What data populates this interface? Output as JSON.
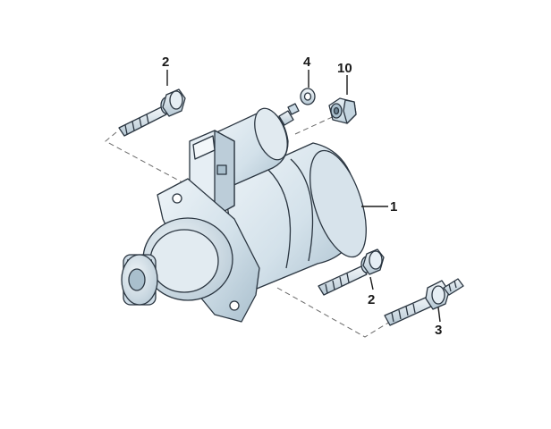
{
  "diagram": {
    "callouts": [
      {
        "id": "starter",
        "label": "1"
      },
      {
        "id": "bolt-upper",
        "label": "2"
      },
      {
        "id": "bolt-lower",
        "label": "2"
      },
      {
        "id": "stud-bolt",
        "label": "3"
      },
      {
        "id": "washer",
        "label": "4"
      },
      {
        "id": "nut",
        "label": "10"
      }
    ]
  },
  "colors": {
    "part_fill": "#dbe7ef",
    "part_shade": "#b3c6d3",
    "outline": "#2a3540"
  }
}
